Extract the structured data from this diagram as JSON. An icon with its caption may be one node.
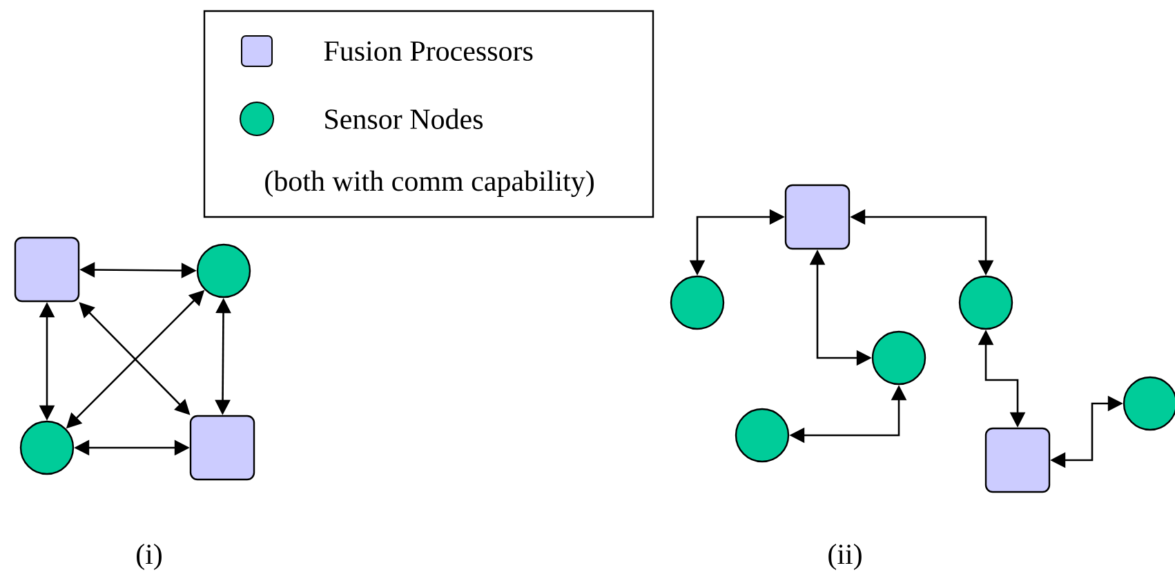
{
  "diagram": {
    "nodes": [
      {
        "text": [],
        "shape": "box"
      },
      {
        "text": [],
        "shape": "circle"
      },
      {
        "text": [],
        "shape": "circle"
      },
      {
        "text": [],
        "shape": "box"
      },
      {
        "text": [],
        "shape": "box"
      },
      {
        "text": [],
        "shape": "circle"
      },
      {
        "text": [],
        "shape": "circle"
      },
      {
        "text": [],
        "shape": "circle"
      },
      {
        "text": [],
        "shape": "circle"
      },
      {
        "text": [],
        "shape": "box"
      },
      {
        "text": [],
        "shape": "circle"
      }
    ],
    "edges": [
      {
        "from": 0,
        "to": 1,
        "arrow": "both"
      },
      {
        "from": 0,
        "to": 2,
        "arrow": "both"
      },
      {
        "from": 0,
        "to": 3,
        "arrow": "both"
      },
      {
        "from": 1,
        "to": 2,
        "arrow": "both"
      },
      {
        "from": 1,
        "to": 3,
        "arrow": "both"
      },
      {
        "from": 2,
        "to": 3,
        "arrow": "both"
      },
      {
        "from": 4,
        "to": 5,
        "arrow": "both"
      },
      {
        "from": 4,
        "to": 6,
        "arrow": "both"
      },
      {
        "from": 4,
        "to": 7,
        "arrow": "both"
      },
      {
        "from": 7,
        "to": 8,
        "arrow": "both"
      },
      {
        "from": 6,
        "to": 9,
        "arrow": "both"
      },
      {
        "from": 9,
        "to": 10,
        "arrow": "both"
      }
    ],
    "labels": [
      "(both with comm capability)",
      "(i)",
      "(ii)"
    ],
    "legend": [
      {
        "text": "Fusion Processors"
      },
      {
        "text": "Sensor Nodes"
      }
    ]
  }
}
